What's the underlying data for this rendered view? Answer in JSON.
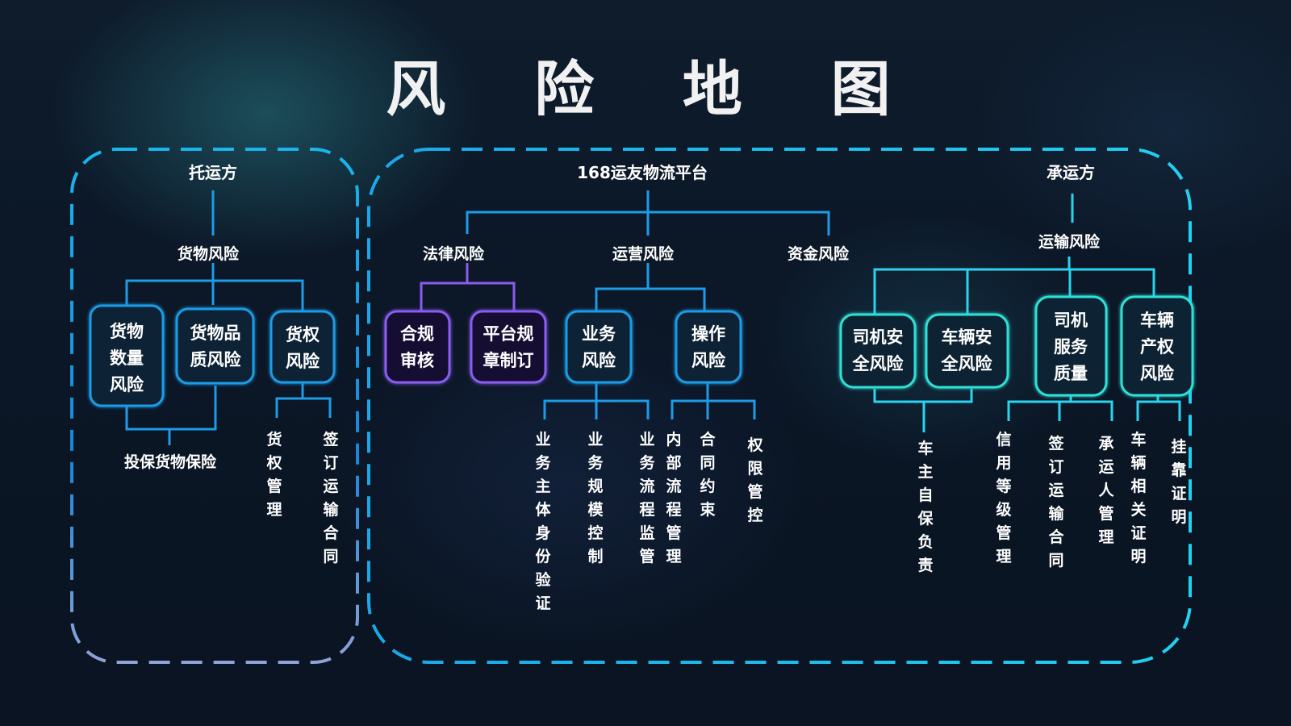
{
  "title": "风 险 地 图",
  "left": {
    "header": "托运方",
    "category": "货物风险",
    "nodes": [
      "货物数量风险",
      "货物品质风险",
      "货权风险"
    ],
    "insurance": "投保货物保险",
    "leaves": [
      "货权管理",
      "签订运输合同"
    ]
  },
  "platform": {
    "header": "168运友物流平台",
    "categories": [
      "法律风险",
      "运营风险",
      "资金风险"
    ],
    "legal_nodes": [
      "合规审核",
      "平台规章制订"
    ],
    "ops_nodes": [
      "业务风险",
      "操作风险"
    ],
    "business_leaves": [
      "业务主体身份验证",
      "业务规模控制",
      "业务流程监管"
    ],
    "operation_leaves": [
      "内部流程管理",
      "合同约束",
      "权限管控"
    ]
  },
  "carrier": {
    "header": "承运方",
    "category": "运输风险",
    "nodes": [
      "司机安全风险",
      "车辆安全风险",
      "司机服务质量",
      "车辆产权风险"
    ],
    "safety_leaves": [
      "车主自保负责"
    ],
    "service_leaves": [
      "信用等级管理",
      "签订运输合同",
      "承运人管理"
    ],
    "property_leaves": [
      "车辆相关证明",
      "挂靠证明"
    ]
  },
  "colors": {
    "left_border": "#1aa6e6",
    "platform_border": "#22c8ee",
    "purple": "#8a5cf0",
    "blue": "#1e9ae6",
    "teal": "#2ee0d6",
    "cyan": "#29d4f0"
  }
}
